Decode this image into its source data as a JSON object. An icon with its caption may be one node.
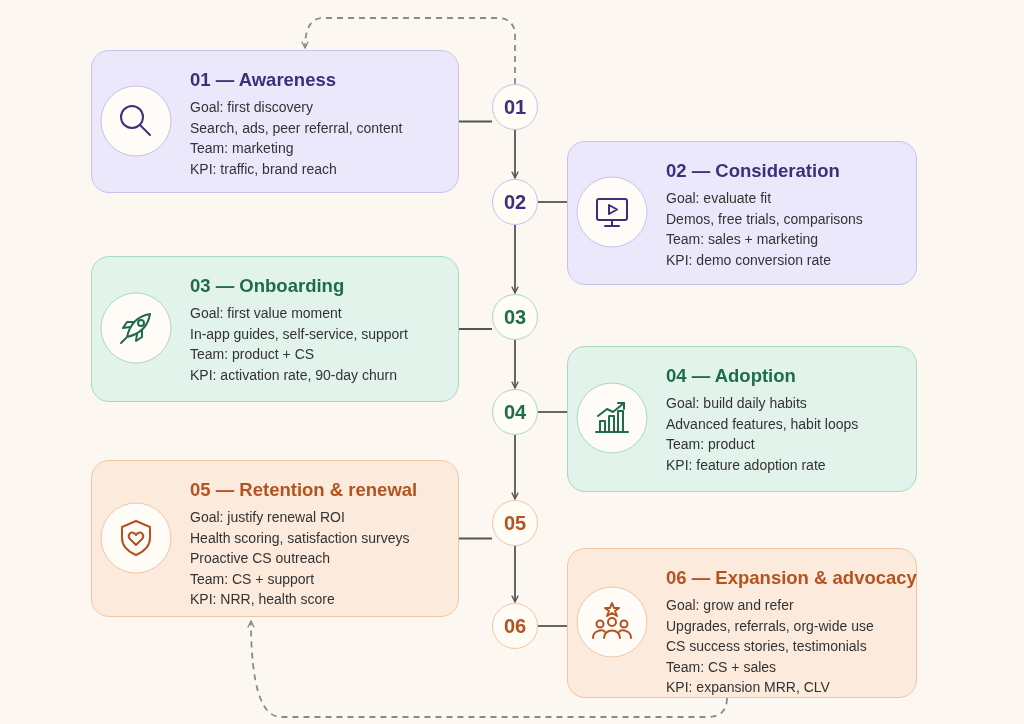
{
  "diagram": {
    "nodes": [
      {
        "text": [
          "01 — Awareness",
          "Goal: first discovery",
          "Search, ads, peer referral, content",
          "Team: marketing",
          "KPI: traffic, brand reach"
        ]
      },
      {
        "text": [
          "01"
        ]
      },
      {
        "text": [
          "02 — Consideration",
          "Goal: evaluate fit",
          "Demos, free trials, comparisons",
          "Team: sales + marketing",
          "KPI: demo conversion rate"
        ]
      },
      {
        "text": [
          "02"
        ]
      },
      {
        "text": [
          "03 — Onboarding",
          "Goal: first value moment",
          "In-app guides, self-service, support",
          "Team: product + CS",
          "KPI: activation rate, 90-day churn"
        ]
      },
      {
        "text": [
          "03"
        ]
      },
      {
        "text": [
          "04 — Adoption",
          "Goal: build daily habits",
          "Advanced features, habit loops",
          "Team: product",
          "KPI: feature adoption rate"
        ]
      },
      {
        "text": [
          "04"
        ]
      },
      {
        "text": [
          "05 — Retention & renewal",
          "Goal: justify renewal ROI",
          "Health scoring, satisfaction surveys",
          "Proactive CS outreach",
          "Team: CS + support",
          "KPI: NRR, health score"
        ]
      },
      {
        "text": [
          "05"
        ]
      },
      {
        "text": [
          "06 — Expansion & advocacy",
          "Goal: grow and refer",
          "Upgrades, referrals, org-wide use",
          "CS success stories, testimonials",
          "Team: CS + sales",
          "KPI: expansion MRR, CLV"
        ]
      },
      {
        "text": [
          "06"
        ]
      }
    ],
    "edges": [
      {
        "from": 1,
        "to": 3,
        "arrow": "to"
      },
      {
        "from": 3,
        "to": 5,
        "arrow": "to"
      },
      {
        "from": 5,
        "to": 7,
        "arrow": "to"
      },
      {
        "from": 7,
        "to": 9,
        "arrow": "to"
      },
      {
        "from": 9,
        "to": 11,
        "arrow": "to"
      },
      {
        "from": 0,
        "to": 1,
        "arrow": "none"
      },
      {
        "from": 3,
        "to": 2,
        "arrow": "none"
      },
      {
        "from": 4,
        "to": 5,
        "arrow": "none"
      },
      {
        "from": 7,
        "to": 6,
        "arrow": "none"
      },
      {
        "from": 8,
        "to": 9,
        "arrow": "none"
      },
      {
        "from": 11,
        "to": 10,
        "arrow": "none"
      },
      {
        "from": 1,
        "to": 0,
        "arrow": "to",
        "style": "dashed",
        "color": "#8a8a8a"
      },
      {
        "from": 10,
        "to": 8,
        "arrow": "to",
        "style": "dashed",
        "color": "#8a8a8a"
      }
    ]
  }
}
